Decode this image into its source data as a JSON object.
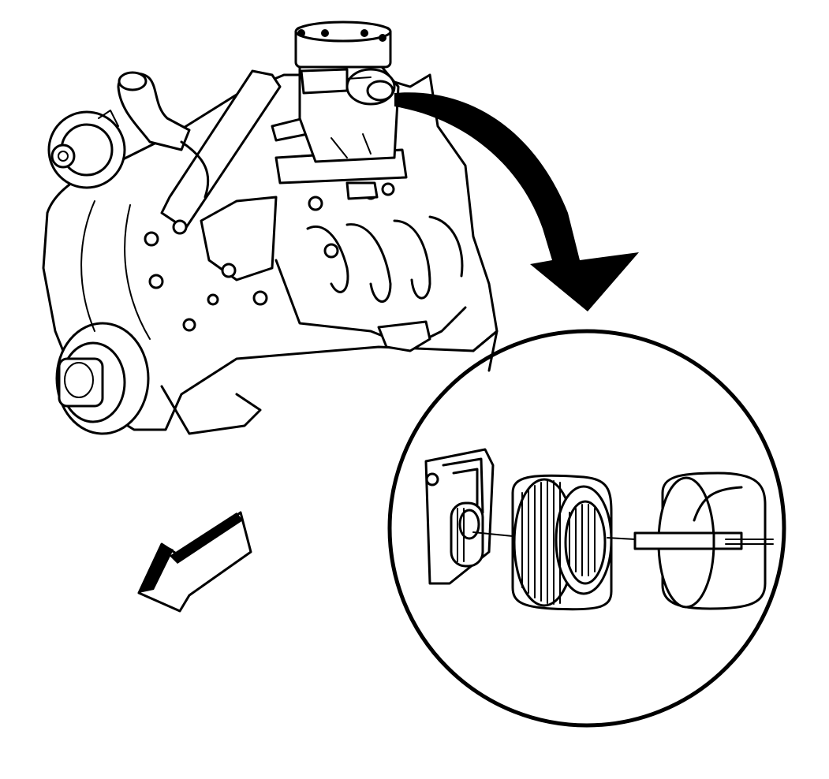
{
  "figure": {
    "colors": {
      "line": "#000000",
      "background": "#ffffff"
    },
    "parts": [
      "engine-assembly",
      "top-mounted-component",
      "removal-arrow",
      "detail-view-circle",
      "filter-housing",
      "filter-element",
      "filter-cover",
      "front-direction-arrow"
    ]
  }
}
